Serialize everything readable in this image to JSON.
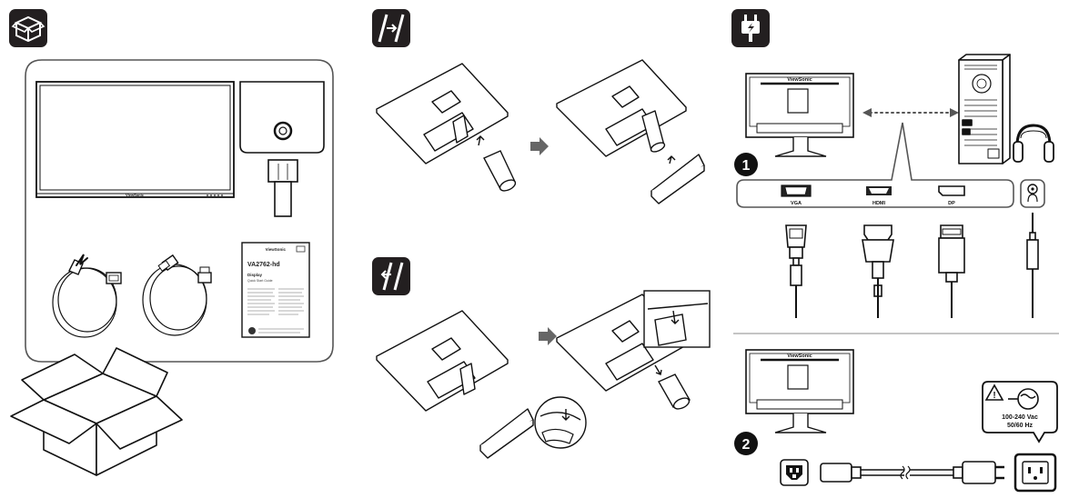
{
  "unbox": {
    "icon": "box-icon",
    "monitor_brand": "ViewSonic",
    "guide": {
      "brand": "ViewSonic",
      "model": "VA2762-hd",
      "title": "Display",
      "subtitle": "Quick Start Guide"
    }
  },
  "stand": {
    "attach_icon": "attach-stand-icon",
    "detach_icon": "detach-stand-icon"
  },
  "connect": {
    "icon": "power-plug-icon",
    "monitor_brand": "ViewSonic",
    "step1_number": "1",
    "step2_number": "2",
    "ports": [
      "VGA",
      "HDMI",
      "DP"
    ],
    "audio_icon": "headphone-icon",
    "power_rating": {
      "voltage": "100-240 Vac",
      "frequency": "50/60 Hz"
    }
  },
  "colors": {
    "icon_bg": "#231f20",
    "line": "#111111",
    "light_fill": "#ffffff",
    "panel_border": "#555555"
  }
}
